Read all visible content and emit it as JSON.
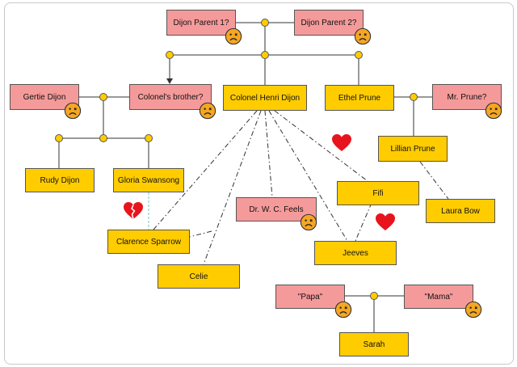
{
  "colors": {
    "known_person": "#ffcc00",
    "unknown_person": "#f59a9a",
    "junction": "#ffcc00",
    "relation_line": "#333333",
    "love_heart": "#e8141d",
    "broken_heart": "#e8141d",
    "affair_line": "#7fbfbf"
  },
  "icons": {
    "unknown_marker": "sad-face-icon",
    "love_marker": "heart-icon",
    "breakup_marker": "broken-heart-icon"
  },
  "nodes": {
    "dijon_parent_1": "Dijon Parent 1?",
    "dijon_parent_2": "Dijon Parent 2?",
    "gertie_dijon": "Gertie Dijon",
    "colonels_brother": "Colonel's brother?",
    "colonel_henri_dijon": "Colonel Henri Dijon",
    "ethel_prune": "Ethel Prune",
    "mr_prune": "Mr. Prune?",
    "lillian_prune": "Lillian Prune",
    "rudy_dijon": "Rudy Dijon",
    "gloria_swansong": "Gloria Swansong",
    "fifi": "Fifi",
    "dr_feels": "Dr. W. C. Feels",
    "laura_bow": "Laura Bow",
    "clarence_sparrow": "Clarence Sparrow",
    "jeeves": "Jeeves",
    "celie": "Celie",
    "papa": "\"Papa\"",
    "mama": "\"Mama\"",
    "sarah": "Sarah"
  }
}
